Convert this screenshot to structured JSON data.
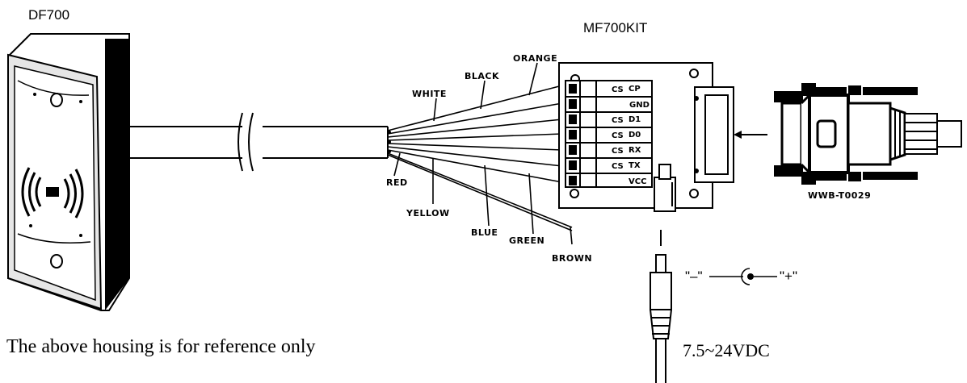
{
  "titles": {
    "reader": "DF700",
    "kit": "MF700KIT"
  },
  "wires": {
    "orange": "ORANGE",
    "black": "BLACK",
    "white": "WHITE",
    "red": "RED",
    "yellow": "YELLOW",
    "blue": "BLUE",
    "green": "GREEN",
    "brown": "BROWN"
  },
  "terminals": [
    "CP",
    "GND",
    "D1",
    "D0",
    "RX",
    "TX",
    "VCC"
  ],
  "terminal_prefix": "CS",
  "cable_label": "WWB-T0029",
  "polarity": {
    "minus": "\"–\"",
    "plus": "\"+\""
  },
  "power": "7.5~24VDC",
  "note": "The above housing is for reference only",
  "icons": {
    "rfid": "rfid-wave-icon",
    "plug": "db9-plug-icon",
    "jack": "dc-jack-icon"
  }
}
